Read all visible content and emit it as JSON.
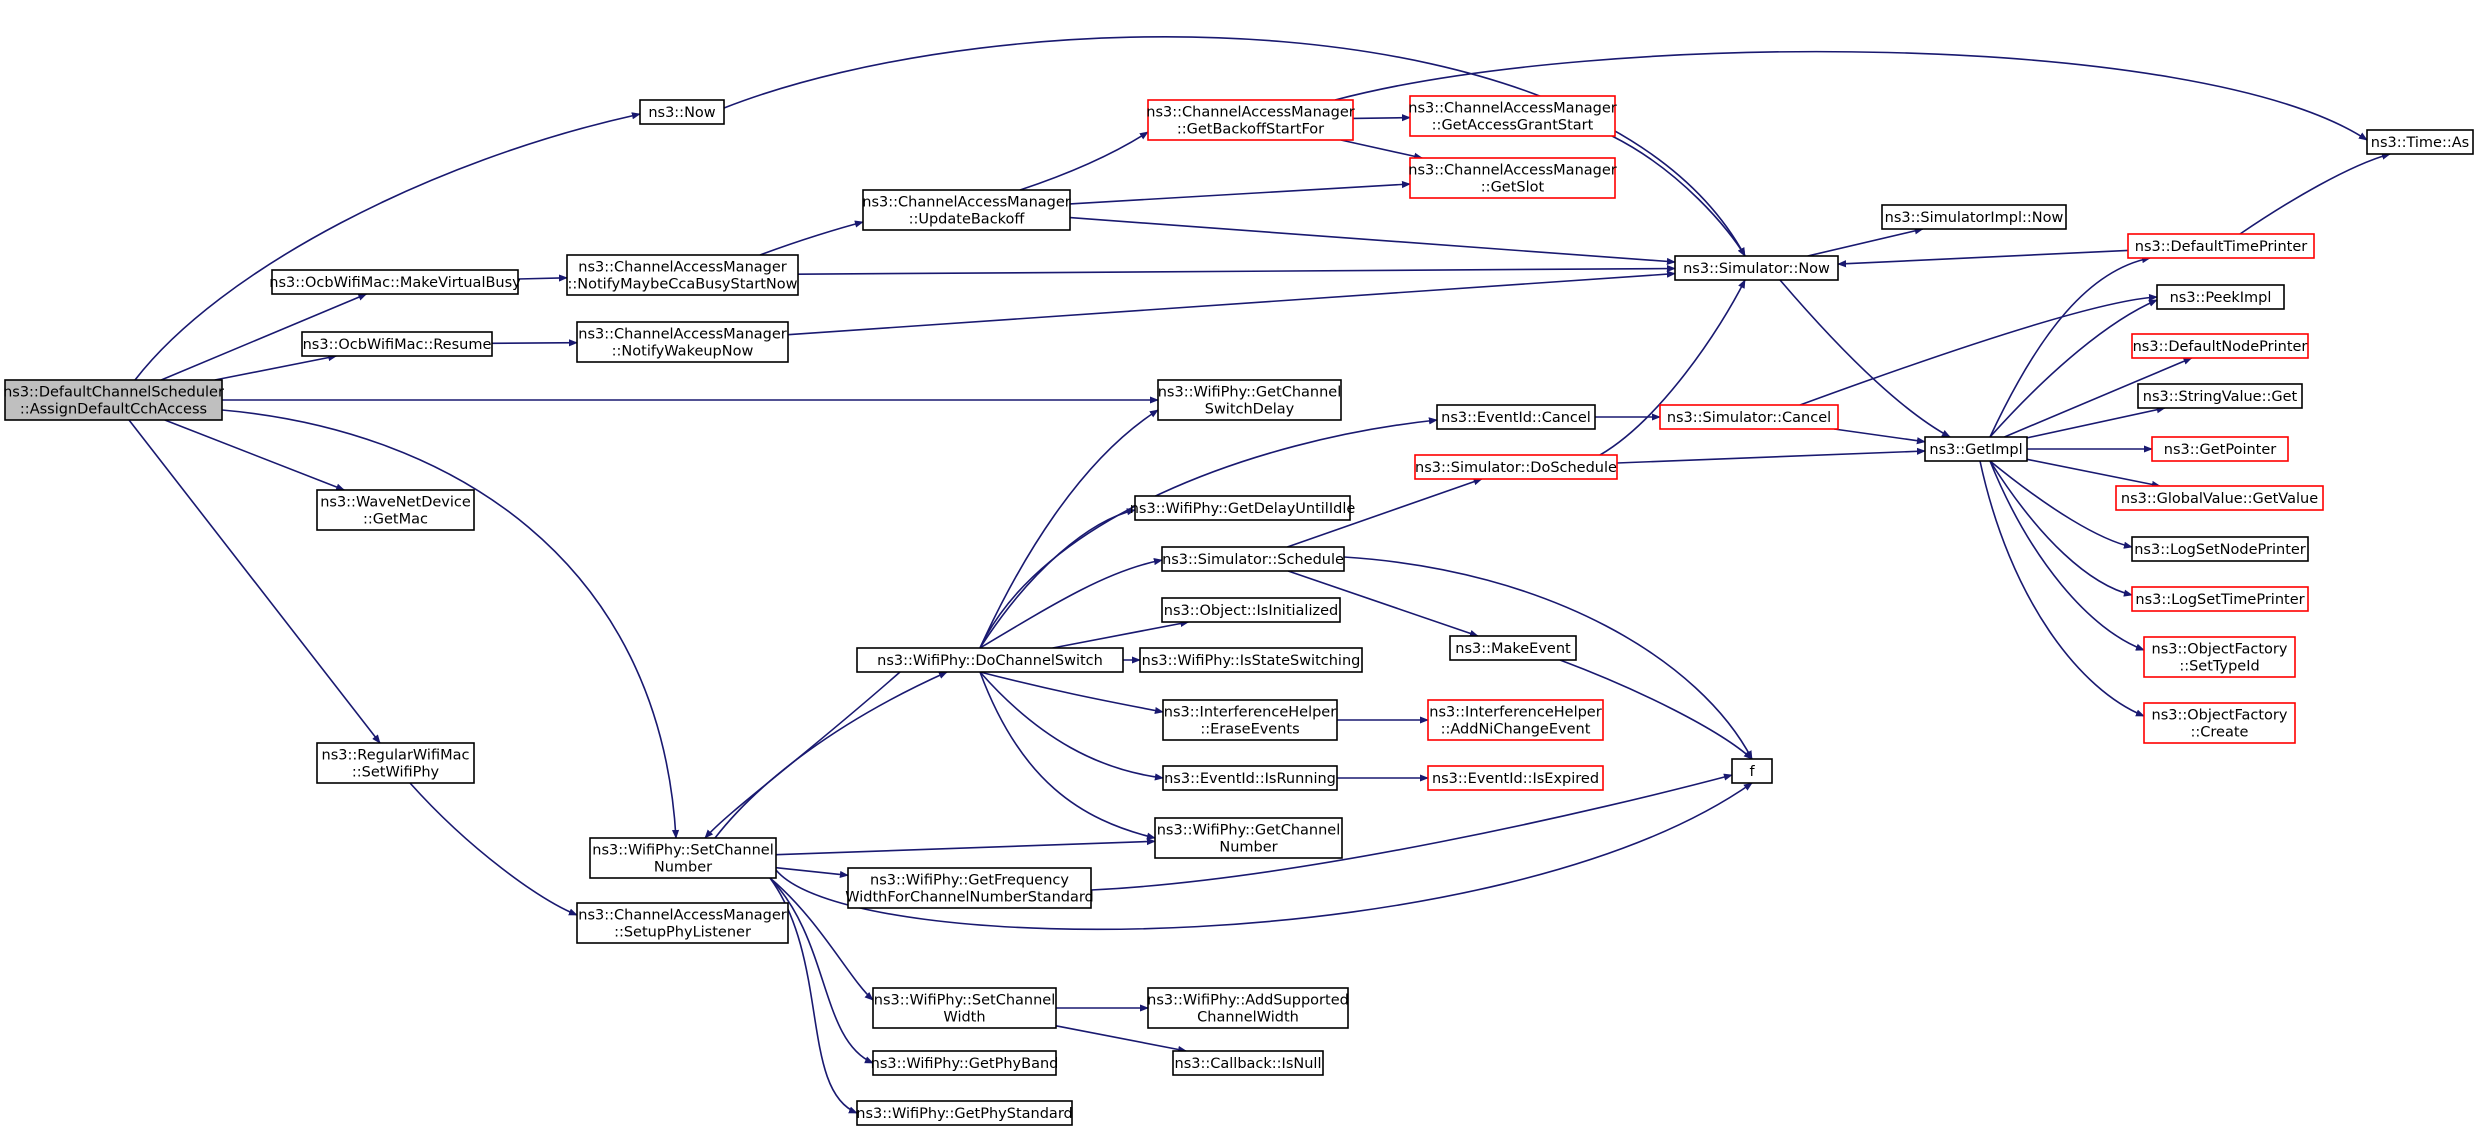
{
  "nodes": [
    {
      "id": "assign",
      "lines": [
        "ns3::DefaultChannelScheduler",
        "::AssignDefaultCchAccess"
      ],
      "color": "root"
    },
    {
      "id": "now",
      "lines": [
        "ns3::Now"
      ],
      "color": "black"
    },
    {
      "id": "makebusy",
      "lines": [
        "ns3::OcbWifiMac::MakeVirtualBusy"
      ],
      "color": "black"
    },
    {
      "id": "resume",
      "lines": [
        "ns3::OcbWifiMac::Resume"
      ],
      "color": "black"
    },
    {
      "id": "getmac",
      "lines": [
        "ns3::WaveNetDevice",
        "::GetMac"
      ],
      "color": "black"
    },
    {
      "id": "setwifiphy",
      "lines": [
        "ns3::RegularWifiMac",
        "::SetWifiPhy"
      ],
      "color": "black"
    },
    {
      "id": "setchnum",
      "lines": [
        "ns3::WifiPhy::SetChannel",
        "Number"
      ],
      "color": "black"
    },
    {
      "id": "notifybusy",
      "lines": [
        "ns3::ChannelAccessManager",
        "::NotifyMaybeCcaBusyStartNow"
      ],
      "color": "black"
    },
    {
      "id": "notifywake",
      "lines": [
        "ns3::ChannelAccessManager",
        "::NotifyWakeupNow"
      ],
      "color": "black"
    },
    {
      "id": "setupphy",
      "lines": [
        "ns3::ChannelAccessManager",
        "::SetupPhyListener"
      ],
      "color": "black"
    },
    {
      "id": "updatebackoff",
      "lines": [
        "ns3::ChannelAccessManager",
        "::UpdateBackoff"
      ],
      "color": "black"
    },
    {
      "id": "getbackoff",
      "lines": [
        "ns3::ChannelAccessManager",
        "::GetBackoffStartFor"
      ],
      "color": "red"
    },
    {
      "id": "getaccess",
      "lines": [
        "ns3::ChannelAccessManager",
        "::GetAccessGrantStart"
      ],
      "color": "red"
    },
    {
      "id": "getslot",
      "lines": [
        "ns3::ChannelAccessManager",
        "::GetSlot"
      ],
      "color": "red"
    },
    {
      "id": "simnow",
      "lines": [
        "ns3::Simulator::Now"
      ],
      "color": "black"
    },
    {
      "id": "simimplnow",
      "lines": [
        "ns3::SimulatorImpl::Now"
      ],
      "color": "black"
    },
    {
      "id": "timeas",
      "lines": [
        "ns3::Time::As"
      ],
      "color": "black"
    },
    {
      "id": "deftime",
      "lines": [
        "ns3::DefaultTimePrinter"
      ],
      "color": "red"
    },
    {
      "id": "switchdelay",
      "lines": [
        "ns3::WifiPhy::GetChannel",
        "SwitchDelay"
      ],
      "color": "black"
    },
    {
      "id": "docs",
      "lines": [
        "ns3::WifiPhy::DoChannelSwitch"
      ],
      "color": "black"
    },
    {
      "id": "eventcancel",
      "lines": [
        "ns3::EventId::Cancel"
      ],
      "color": "black"
    },
    {
      "id": "simcancel",
      "lines": [
        "ns3::Simulator::Cancel"
      ],
      "color": "red"
    },
    {
      "id": "doschedule",
      "lines": [
        "ns3::Simulator::DoSchedule"
      ],
      "color": "red"
    },
    {
      "id": "getimpl",
      "lines": [
        "ns3::GetImpl"
      ],
      "color": "black"
    },
    {
      "id": "delayidle",
      "lines": [
        "ns3::WifiPhy::GetDelayUntilIdle"
      ],
      "color": "black"
    },
    {
      "id": "schedule",
      "lines": [
        "ns3::Simulator::Schedule"
      ],
      "color": "black"
    },
    {
      "id": "isinit",
      "lines": [
        "ns3::Object::IsInitialized"
      ],
      "color": "black"
    },
    {
      "id": "isswitch",
      "lines": [
        "ns3::WifiPhy::IsStateSwitching"
      ],
      "color": "black"
    },
    {
      "id": "makeevent",
      "lines": [
        "ns3::MakeEvent"
      ],
      "color": "black"
    },
    {
      "id": "erase",
      "lines": [
        "ns3::InterferenceHelper",
        "::EraseEvents"
      ],
      "color": "black"
    },
    {
      "id": "addni",
      "lines": [
        "ns3::InterferenceHelper",
        "::AddNiChangeEvent"
      ],
      "color": "red"
    },
    {
      "id": "isrunning",
      "lines": [
        "ns3::EventId::IsRunning"
      ],
      "color": "black"
    },
    {
      "id": "isexpired",
      "lines": [
        "ns3::EventId::IsExpired"
      ],
      "color": "red"
    },
    {
      "id": "f",
      "lines": [
        "f"
      ],
      "color": "black"
    },
    {
      "id": "getchnum",
      "lines": [
        "ns3::WifiPhy::GetChannel",
        "Number"
      ],
      "color": "black"
    },
    {
      "id": "getfreq",
      "lines": [
        "ns3::WifiPhy::GetFrequency",
        "WidthForChannelNumberStandard"
      ],
      "color": "black"
    },
    {
      "id": "setchwidth",
      "lines": [
        "ns3::WifiPhy::SetChannel",
        "Width"
      ],
      "color": "black"
    },
    {
      "id": "addsupported",
      "lines": [
        "ns3::WifiPhy::AddSupported",
        "ChannelWidth"
      ],
      "color": "black"
    },
    {
      "id": "isnull",
      "lines": [
        "ns3::Callback::IsNull"
      ],
      "color": "black"
    },
    {
      "id": "getphyband",
      "lines": [
        "ns3::WifiPhy::GetPhyBand"
      ],
      "color": "black"
    },
    {
      "id": "getphystd",
      "lines": [
        "ns3::WifiPhy::GetPhyStandard"
      ],
      "color": "black"
    },
    {
      "id": "peekimpl",
      "lines": [
        "ns3::PeekImpl"
      ],
      "color": "black"
    },
    {
      "id": "defnode",
      "lines": [
        "ns3::DefaultNodePrinter"
      ],
      "color": "red"
    },
    {
      "id": "strget",
      "lines": [
        "ns3::StringValue::Get"
      ],
      "color": "black"
    },
    {
      "id": "getpointer",
      "lines": [
        "ns3::GetPointer"
      ],
      "color": "red"
    },
    {
      "id": "globalget",
      "lines": [
        "ns3::GlobalValue::GetValue"
      ],
      "color": "red"
    },
    {
      "id": "lognode",
      "lines": [
        "ns3::LogSetNodePrinter"
      ],
      "color": "black"
    },
    {
      "id": "logtime",
      "lines": [
        "ns3::LogSetTimePrinter"
      ],
      "color": "red"
    },
    {
      "id": "ofsettype",
      "lines": [
        "ns3::ObjectFactory",
        "::SetTypeId"
      ],
      "color": "red"
    },
    {
      "id": "ofcreate",
      "lines": [
        "ns3::ObjectFactory",
        "::Create"
      ],
      "color": "red"
    }
  ],
  "edges": [
    [
      "assign",
      "now"
    ],
    [
      "assign",
      "makebusy"
    ],
    [
      "assign",
      "resume"
    ],
    [
      "assign",
      "switchdelay"
    ],
    [
      "assign",
      "getmac"
    ],
    [
      "assign",
      "setwifiphy"
    ],
    [
      "assign",
      "setchnum"
    ],
    [
      "now",
      "simnow"
    ],
    [
      "makebusy",
      "notifybusy"
    ],
    [
      "resume",
      "notifywake"
    ],
    [
      "notifybusy",
      "updatebackoff"
    ],
    [
      "notifybusy",
      "simnow"
    ],
    [
      "notifywake",
      "simnow"
    ],
    [
      "setwifiphy",
      "setupphy"
    ],
    [
      "updatebackoff",
      "getbackoff"
    ],
    [
      "updatebackoff",
      "getslot"
    ],
    [
      "updatebackoff",
      "simnow"
    ],
    [
      "getbackoff",
      "getaccess"
    ],
    [
      "getbackoff",
      "getslot"
    ],
    [
      "getbackoff",
      "timeas"
    ],
    [
      "getaccess",
      "simnow"
    ],
    [
      "simnow",
      "simimplnow"
    ],
    [
      "simnow",
      "getimpl"
    ],
    [
      "deftime",
      "simnow"
    ],
    [
      "deftime",
      "timeas"
    ],
    [
      "setchnum",
      "docs"
    ],
    [
      "setchnum",
      "getchnum"
    ],
    [
      "setchnum",
      "getfreq"
    ],
    [
      "setchnum",
      "f"
    ],
    [
      "setchnum",
      "setchwidth"
    ],
    [
      "setchnum",
      "getphyband"
    ],
    [
      "setchnum",
      "getphystd"
    ],
    [
      "docs",
      "switchdelay"
    ],
    [
      "docs",
      "eventcancel"
    ],
    [
      "docs",
      "delayidle"
    ],
    [
      "docs",
      "schedule"
    ],
    [
      "docs",
      "isinit"
    ],
    [
      "docs",
      "isswitch"
    ],
    [
      "docs",
      "erase"
    ],
    [
      "docs",
      "isrunning"
    ],
    [
      "docs",
      "getchnum"
    ],
    [
      "docs",
      "setchnum"
    ],
    [
      "eventcancel",
      "simcancel"
    ],
    [
      "simcancel",
      "getimpl"
    ],
    [
      "simcancel",
      "peekimpl"
    ],
    [
      "schedule",
      "doschedule"
    ],
    [
      "schedule",
      "makeevent"
    ],
    [
      "schedule",
      "f"
    ],
    [
      "doschedule",
      "simnow"
    ],
    [
      "doschedule",
      "getimpl"
    ],
    [
      "makeevent",
      "f"
    ],
    [
      "getfreq",
      "f"
    ],
    [
      "erase",
      "addni"
    ],
    [
      "isrunning",
      "isexpired"
    ],
    [
      "setchwidth",
      "addsupported"
    ],
    [
      "setchwidth",
      "isnull"
    ],
    [
      "getimpl",
      "deftime"
    ],
    [
      "getimpl",
      "peekimpl"
    ],
    [
      "getimpl",
      "defnode"
    ],
    [
      "getimpl",
      "strget"
    ],
    [
      "getimpl",
      "getpointer"
    ],
    [
      "getimpl",
      "globalget"
    ],
    [
      "getimpl",
      "lognode"
    ],
    [
      "getimpl",
      "logtime"
    ],
    [
      "getimpl",
      "ofsettype"
    ],
    [
      "getimpl",
      "ofcreate"
    ]
  ]
}
